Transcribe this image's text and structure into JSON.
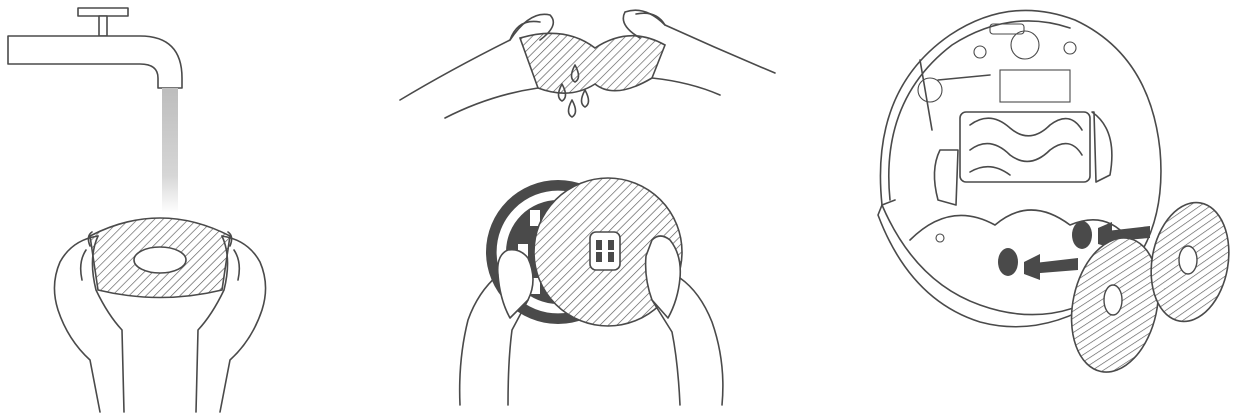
{
  "figure": {
    "steps": [
      {
        "id": "rinse",
        "icon": "faucet-rinse-pad-icon"
      },
      {
        "id": "wring",
        "icon": "wring-and-attach-pad-icon"
      },
      {
        "id": "install",
        "icon": "install-mop-pads-on-robot-icon"
      }
    ],
    "colors": {
      "line": "#4a4a4a",
      "hatch": "#5a5a5a",
      "water": "#c8c8c8",
      "background": "#ffffff"
    }
  }
}
